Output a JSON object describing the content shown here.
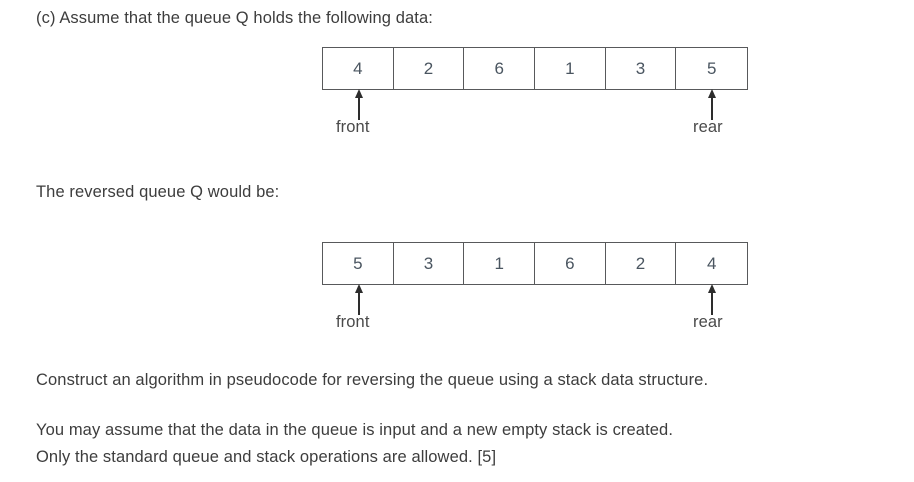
{
  "document": {
    "background_color": "#ffffff",
    "text_color": "#3d3d3d",
    "cell_border_color": "#58595b",
    "arrow_color": "#2d2d2d",
    "cell_value_color": "#4a5560"
  },
  "paragraphs": {
    "question_intro": "(c) Assume that the queue Q holds the following data:",
    "reversed_intro": "The reversed queue Q would be:",
    "construct": "Construct an algorithm in pseudocode for reversing the queue using a stack data structure.",
    "assume_line1": "You may assume that the data in the queue is input and a new empty stack is created.",
    "assume_line2": "Only the standard queue and stack operations are allowed. [5]"
  },
  "diagrams": [
    {
      "id": "original-queue",
      "cells": [
        "4",
        "2",
        "6",
        "1",
        "3",
        "5"
      ],
      "front_label": "front",
      "rear_label": "rear",
      "front_index": 0,
      "rear_index": 5
    },
    {
      "id": "reversed-queue",
      "cells": [
        "5",
        "3",
        "1",
        "6",
        "2",
        "4"
      ],
      "front_label": "front",
      "rear_label": "rear",
      "front_index": 0,
      "rear_index": 5
    }
  ]
}
